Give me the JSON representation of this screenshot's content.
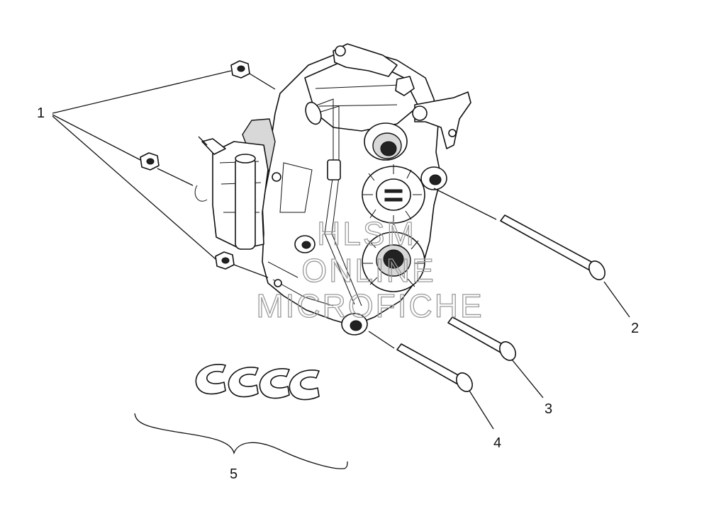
{
  "callouts": [
    "1",
    "2",
    "3",
    "4",
    "5"
  ],
  "watermark": [
    "HLSM",
    "ONLINE",
    "MICROFICHE"
  ]
}
